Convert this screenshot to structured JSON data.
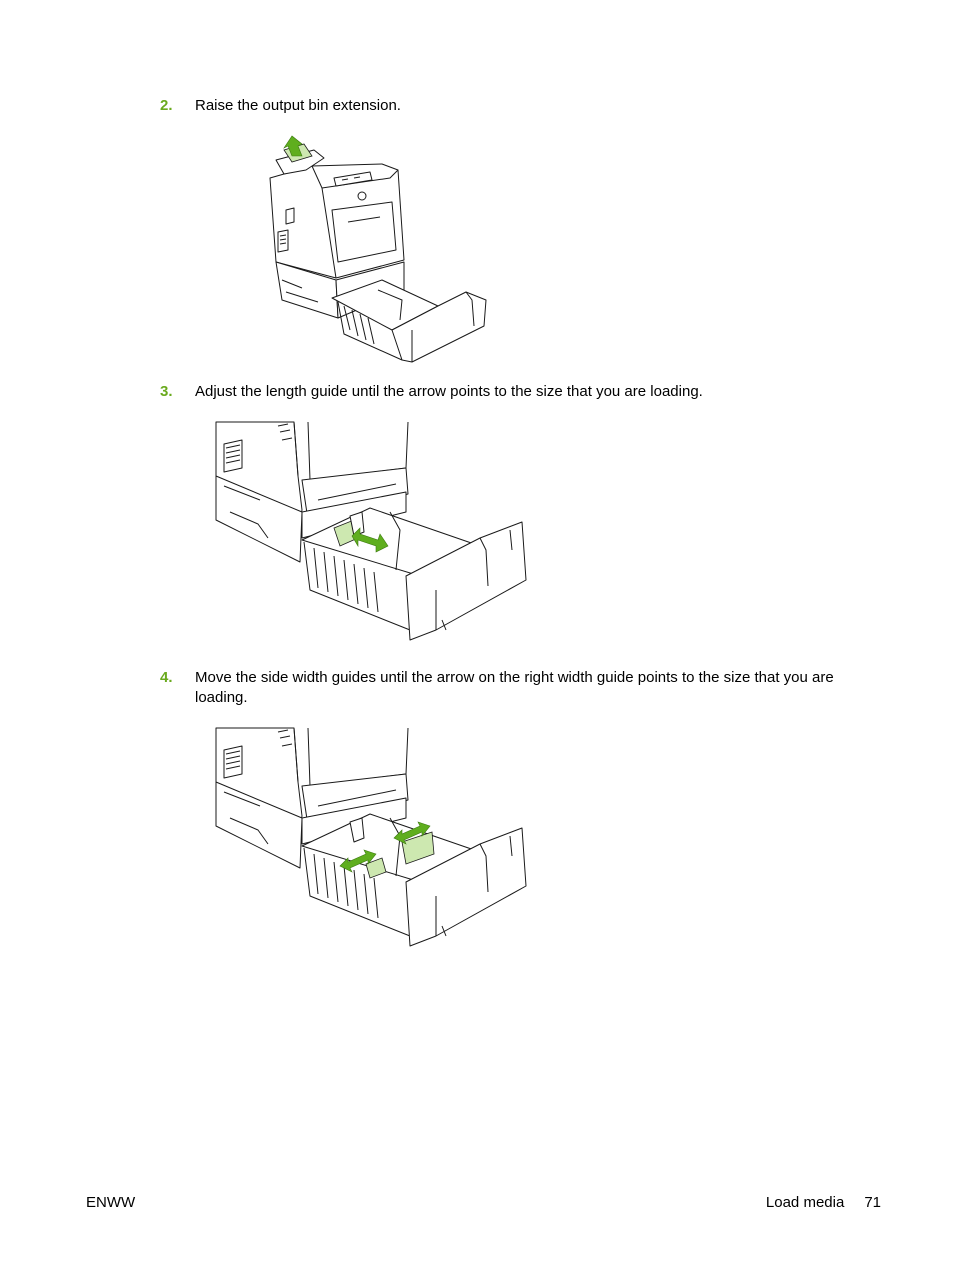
{
  "steps": [
    {
      "number": "2.",
      "text": "Raise the output bin extension."
    },
    {
      "number": "3.",
      "text": "Adjust the length guide until the arrow points to the size that you are loading."
    },
    {
      "number": "4.",
      "text": "Move the side width guides until the arrow on the right width guide points to the size that you are loading."
    }
  ],
  "footer": {
    "left": "ENWW",
    "section": "Load media",
    "page": "71"
  },
  "colors": {
    "accent": "#6aaa1e",
    "highlight": "#cde8b0",
    "arrow": "#5fae1e"
  }
}
